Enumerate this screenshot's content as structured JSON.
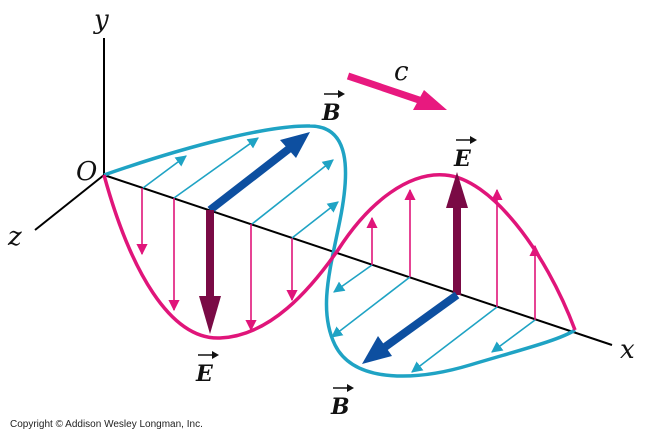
{
  "labels": {
    "y_axis": "y",
    "z_axis": "z",
    "x_axis": "x",
    "origin": "O",
    "speed": "c",
    "magnetic_field": "B",
    "electric_field": "E"
  },
  "copyright": "Copyright © Addison Wesley Longman, Inc.",
  "colors": {
    "electric_wave": "#e0157a",
    "magnetic_wave": "#1fa3c4",
    "electric_vector": "#7a0a45",
    "magnetic_vector": "#0d4fa0",
    "propagation_arrow": "#e8197f"
  }
}
